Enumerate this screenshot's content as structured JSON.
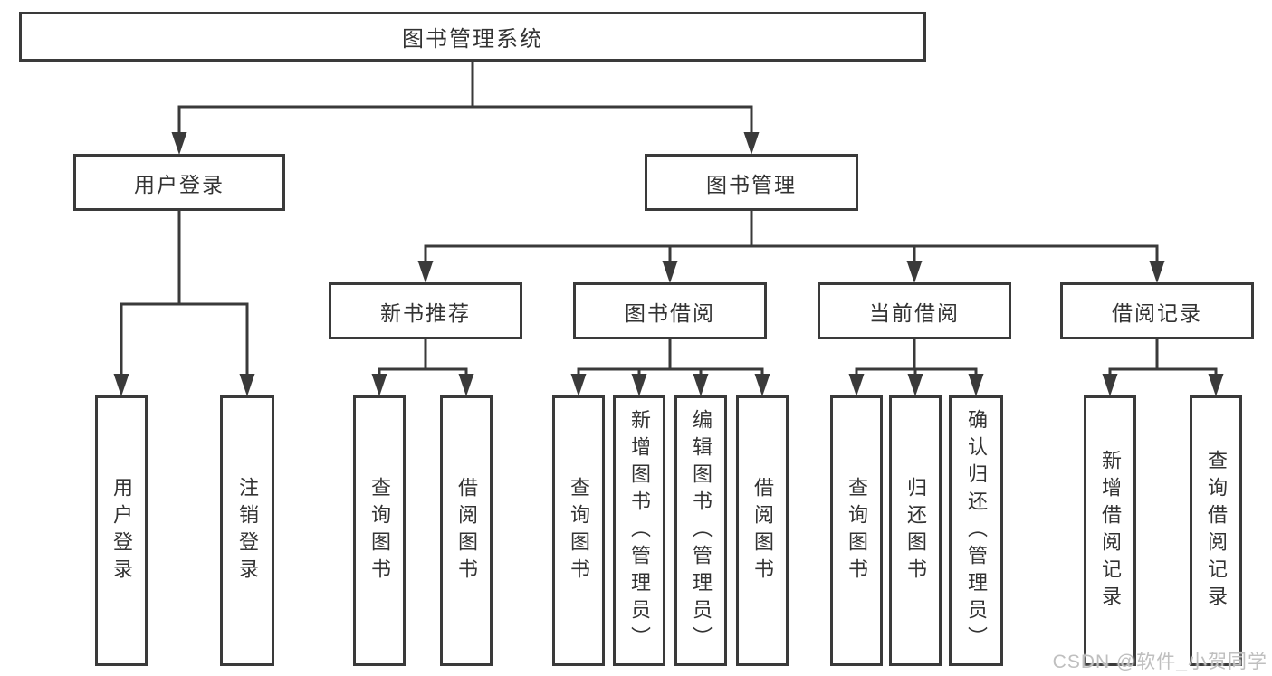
{
  "page": {
    "background_color": "#ffffff",
    "box_border_color": "#3a3a3a",
    "line_color": "#3a3a3a",
    "text_color": "#333333"
  },
  "tree": {
    "root": {
      "label": "图书管理系统"
    },
    "branches": [
      {
        "label": "用户登录",
        "children": [
          {
            "label": "用户登录"
          },
          {
            "label": "注销登录"
          }
        ]
      },
      {
        "label": "图书管理",
        "children": [
          {
            "label": "新书推荐",
            "children": [
              {
                "label": "查询图书"
              },
              {
                "label": "借阅图书"
              }
            ]
          },
          {
            "label": "图书借阅",
            "children": [
              {
                "label": "查询图书"
              },
              {
                "label": "新增图书（管理员）"
              },
              {
                "label": "编辑图书（管理员）"
              },
              {
                "label": "借阅图书"
              }
            ]
          },
          {
            "label": "当前借阅",
            "children": [
              {
                "label": "查询图书"
              },
              {
                "label": "归还图书"
              },
              {
                "label": "确认归还（管理员）"
              }
            ]
          },
          {
            "label": "借阅记录",
            "children": [
              {
                "label": "新增借阅记录"
              },
              {
                "label": "查询借阅记录"
              }
            ]
          }
        ]
      }
    ]
  },
  "watermark": {
    "text": "CSDN @软件_小贺同学",
    "color": "#bfbfbf"
  }
}
